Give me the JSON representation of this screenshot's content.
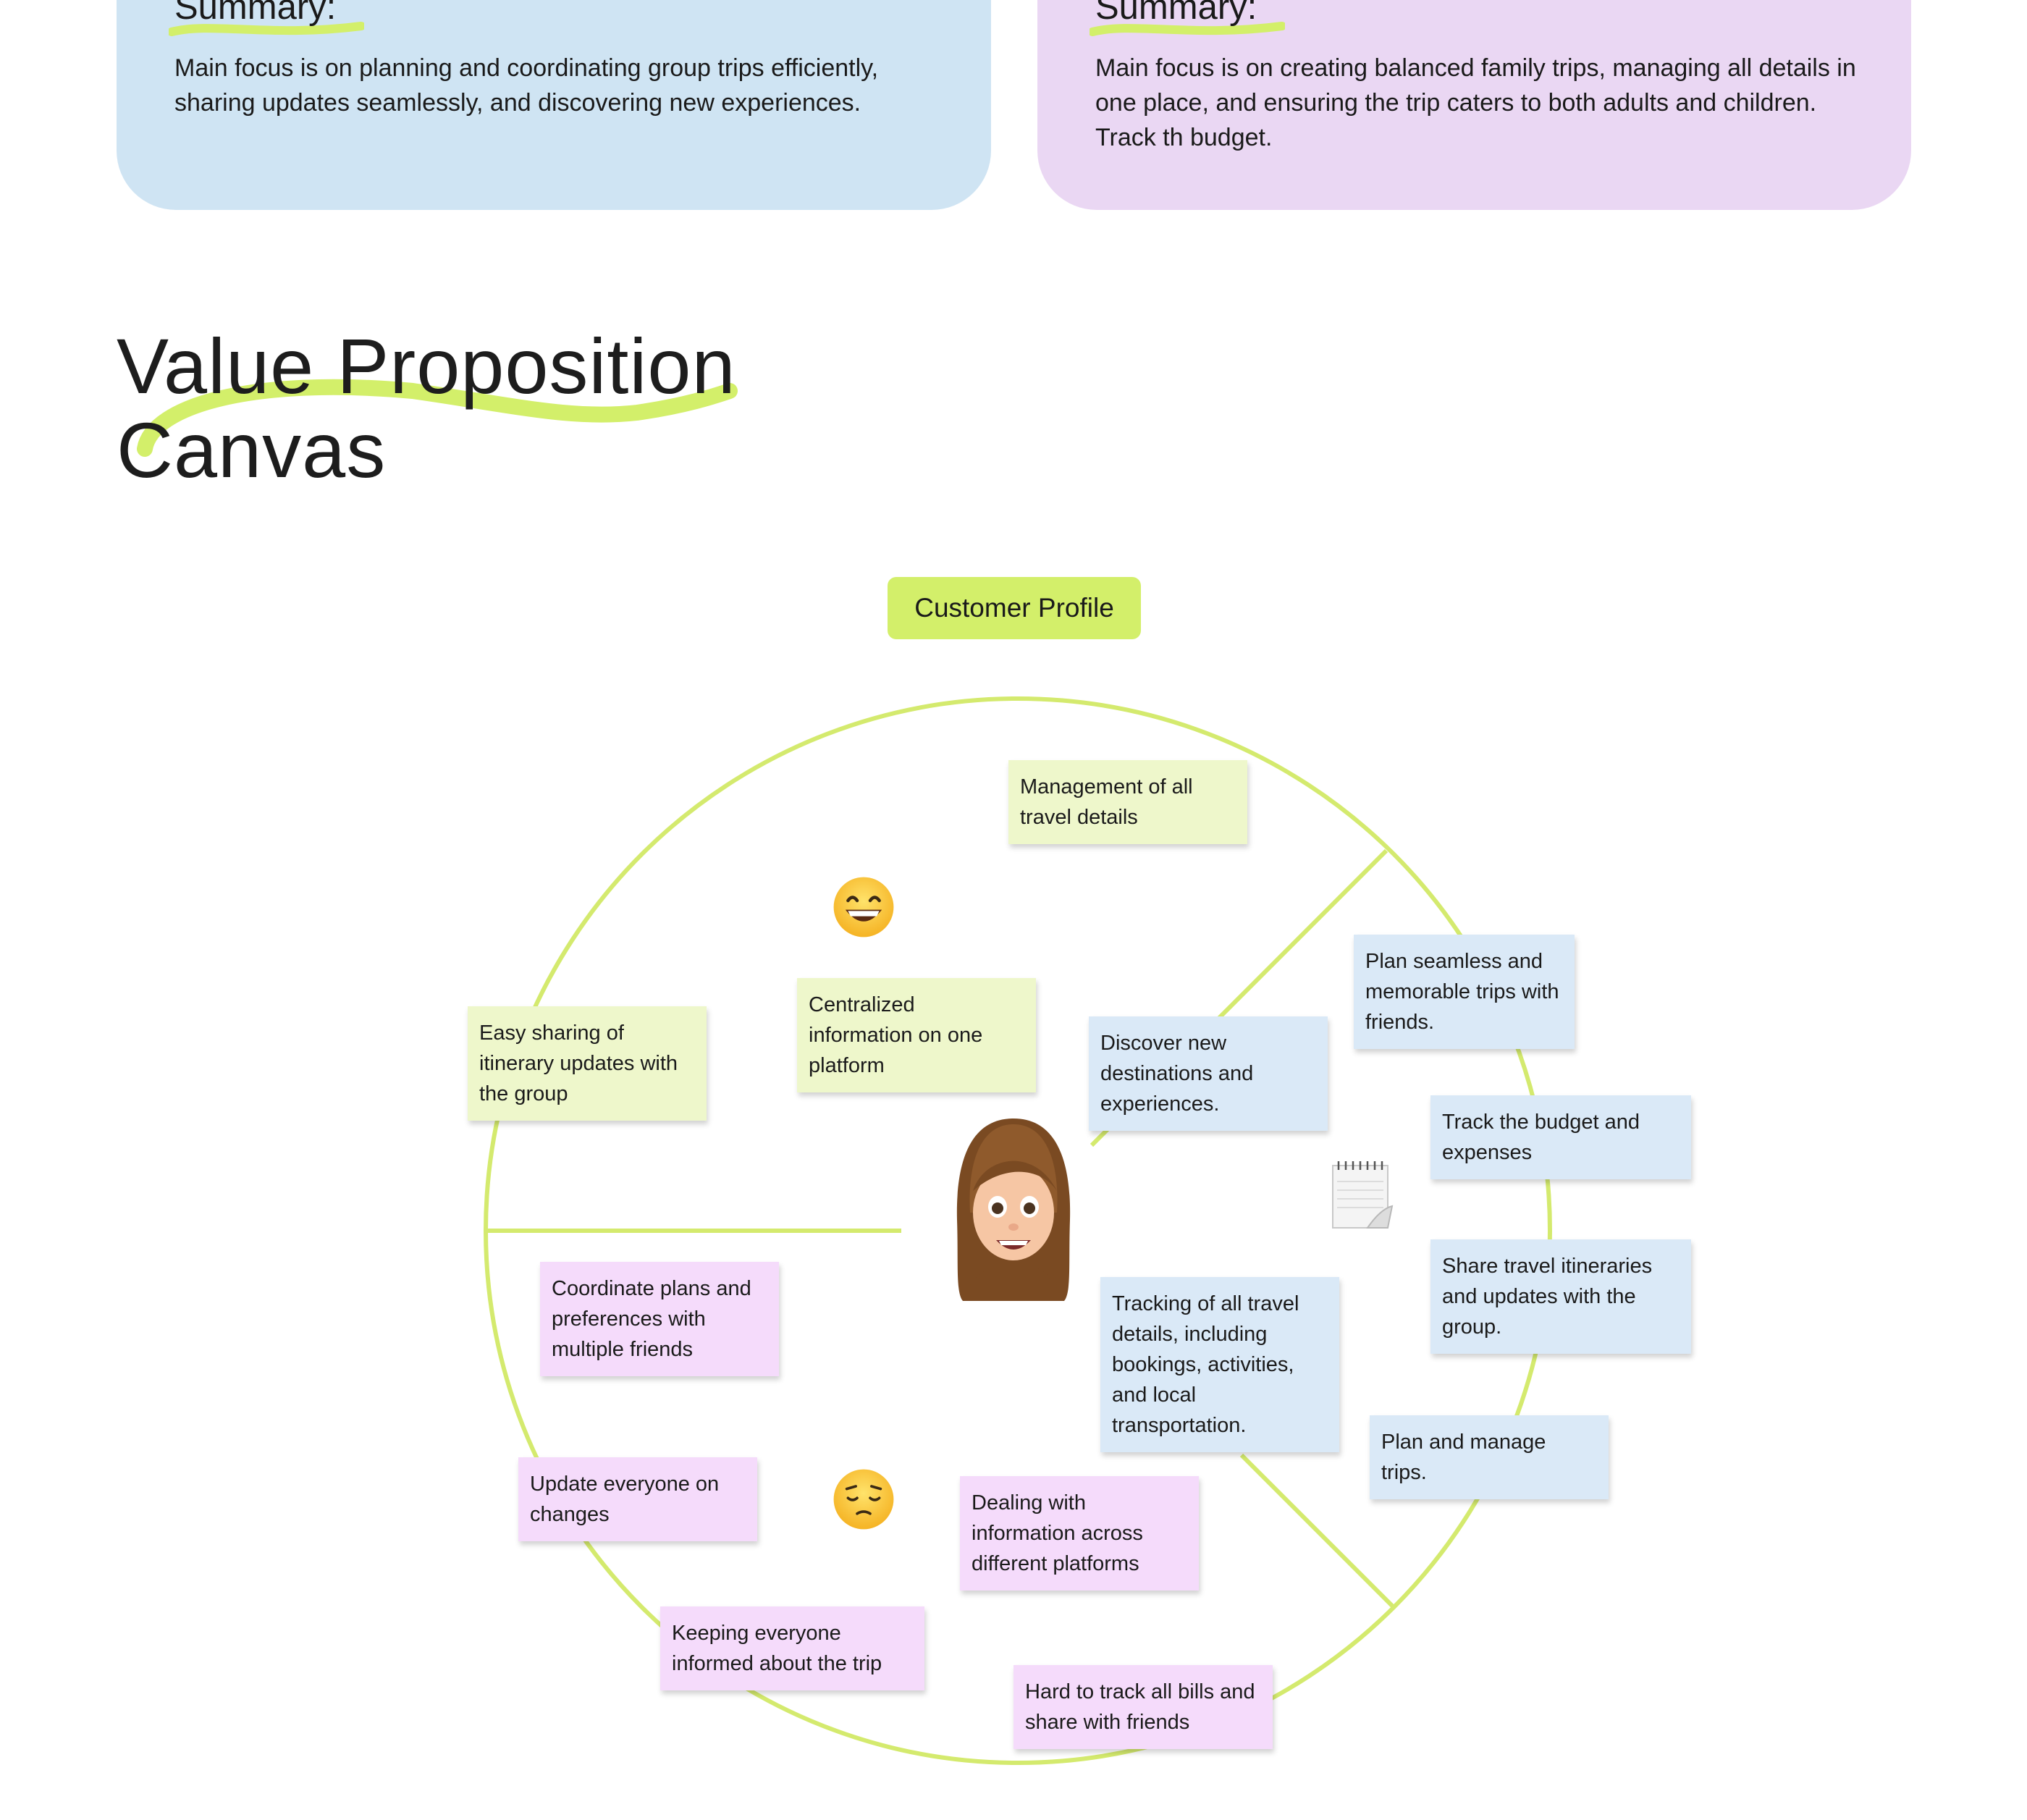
{
  "summaries": [
    {
      "heading": "Summary:",
      "text": "Main focus is on planning and coordinating group trips efficiently, sharing updates seamlessly, and discovering new experiences."
    },
    {
      "heading": "Summary:",
      "text": "Main focus is on creating balanced family trips, managing all details in one place, and ensuring the trip caters to both adults and children. Track th budget."
    }
  ],
  "canvas": {
    "title_line1": "Value Proposition",
    "title_line2": "Canvas",
    "profile_label": "Customer Profile",
    "gains": [
      "Management of all travel details",
      "Centralized information on one platform",
      "Easy sharing of itinerary updates with the group"
    ],
    "jobs": [
      "Plan seamless and memorable trips with friends.",
      "Discover new destinations and experiences.",
      "Track the budget and expenses",
      "Share travel itineraries and updates with the group.",
      "Tracking of all travel details, including bookings, activities, and local transportation.",
      "Plan and manage trips."
    ],
    "pains": [
      "Coordinate plans and preferences with multiple friends",
      "Update everyone on changes",
      "Dealing with information across different platforms",
      "Keeping everyone informed about the trip",
      "Hard to track all bills and share with friends"
    ],
    "icons": [
      "grinning-face-icon",
      "pensive-face-icon",
      "memoji-avatar-icon",
      "notepad-icon"
    ],
    "colors": {
      "accent": "#d3ef6a",
      "circle": "#d4ea6e",
      "gain_note": "#eef7cb",
      "job_note": "#dae9f7",
      "pain_note": "#f5dbfb",
      "summary_blue": "#cfe4f3",
      "summary_purple": "#ead7f3"
    }
  }
}
